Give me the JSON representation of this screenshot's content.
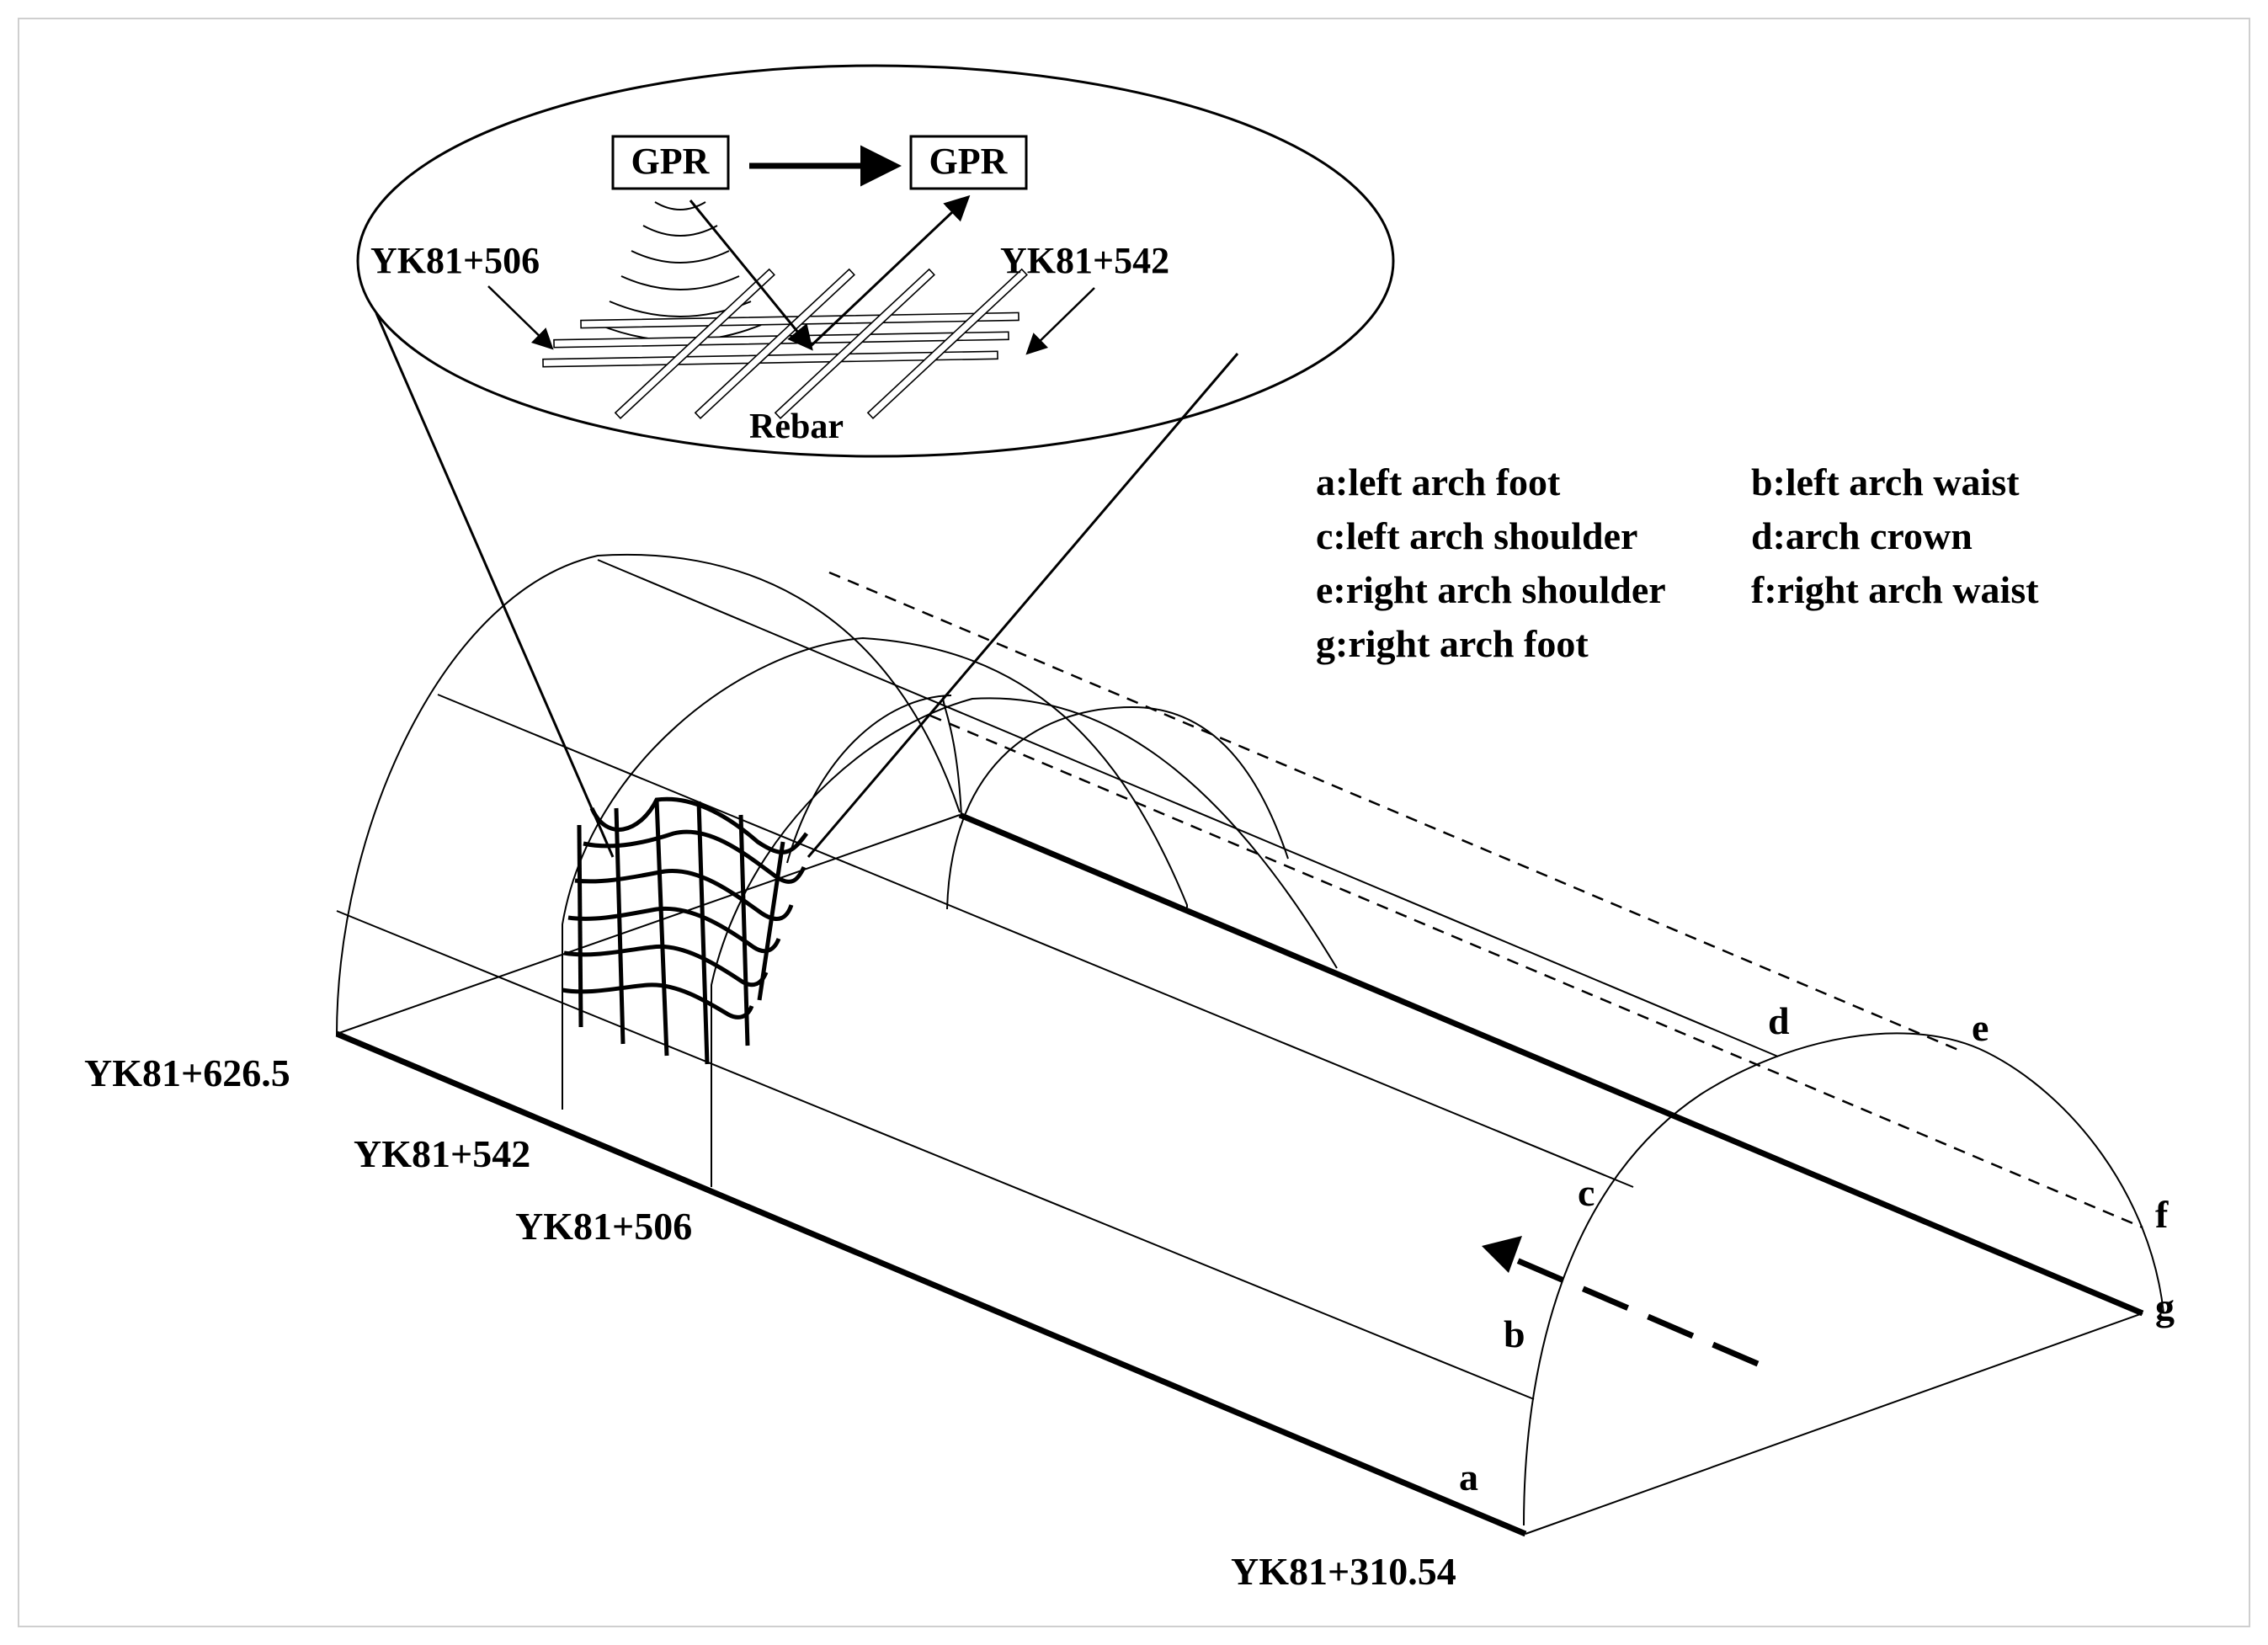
{
  "magnifier": {
    "gpr_left": "GPR",
    "gpr_right": "GPR",
    "station_left": "YK81+506",
    "station_right": "YK81+542",
    "rebar_label": "Rebar"
  },
  "legend": {
    "a": "a:left arch foot",
    "b": "b:left arch waist",
    "c": "c:left arch shoulder",
    "d": "d:arch crown",
    "e": "e:right arch shoulder",
    "f": "f:right arch waist",
    "g": "g:right arch foot"
  },
  "stations": {
    "s1": "YK81+626.5",
    "s2": "YK81+542",
    "s3": "YK81+506",
    "s4": "YK81+310.54"
  },
  "points": {
    "a": "a",
    "b": "b",
    "c": "c",
    "d": "d",
    "e": "e",
    "f": "f",
    "g": "g"
  }
}
